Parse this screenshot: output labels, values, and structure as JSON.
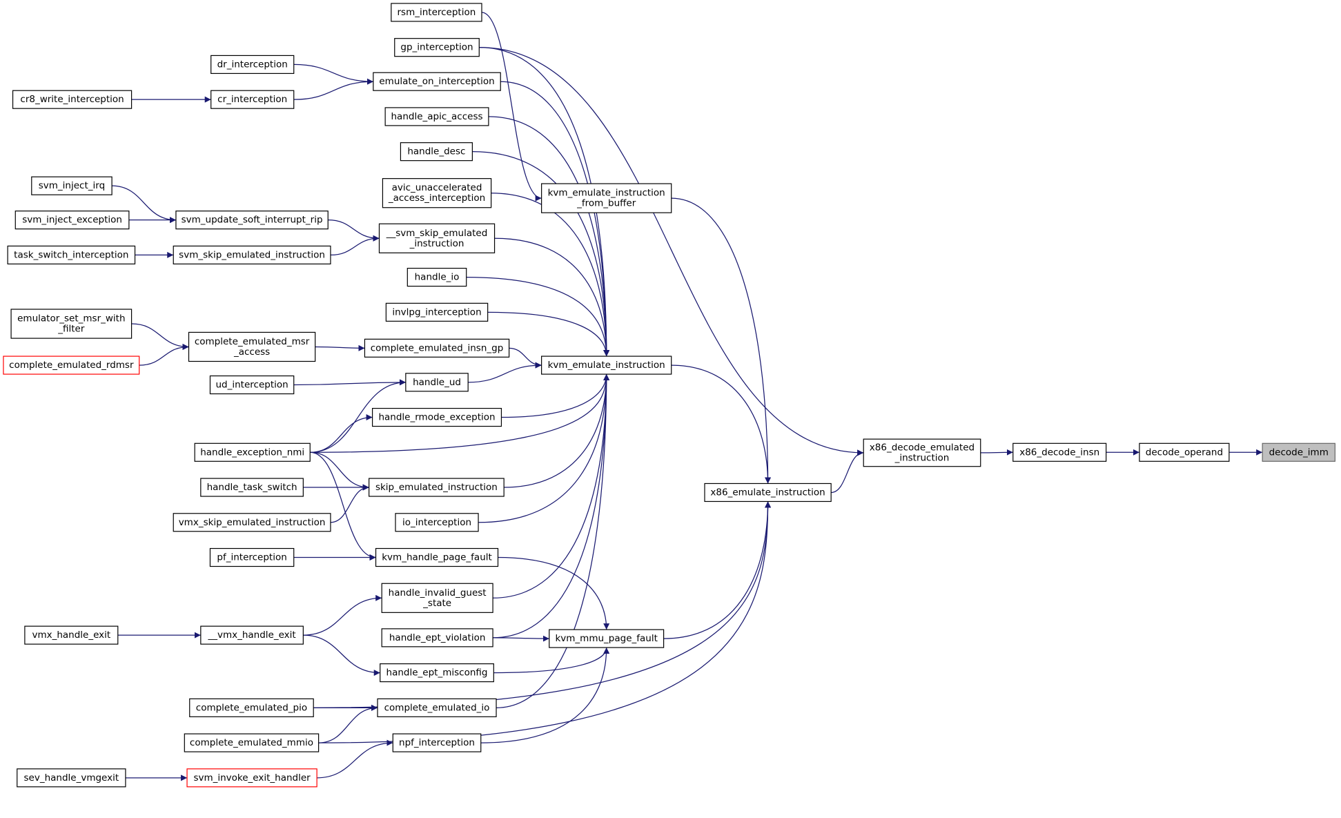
{
  "graph": {
    "colors": {
      "edge": "#191970",
      "node_border": "#000000",
      "node_border_highlight": "#ff0000",
      "root_fill": "#bfbfbf"
    },
    "nodes": {
      "decode_imm": {
        "label": "decode_imm",
        "style": "root"
      },
      "decode_operand": {
        "label": "decode_operand"
      },
      "x86_decode_insn": {
        "label": "x86_decode_insn"
      },
      "x86_decode_emulated_instruction": {
        "label": "x86_decode_emulated\n_instruction"
      },
      "x86_emulate_instruction": {
        "label": "x86_emulate_instruction"
      },
      "kvm_emulate_instruction_from_buffer": {
        "label": "kvm_emulate_instruction\n_from_buffer"
      },
      "kvm_emulate_instruction": {
        "label": "kvm_emulate_instruction"
      },
      "kvm_mmu_page_fault": {
        "label": "kvm_mmu_page_fault"
      },
      "rsm_interception": {
        "label": "rsm_interception"
      },
      "gp_interception": {
        "label": "gp_interception"
      },
      "emulate_on_interception": {
        "label": "emulate_on_interception"
      },
      "handle_apic_access": {
        "label": "handle_apic_access"
      },
      "handle_desc": {
        "label": "handle_desc"
      },
      "avic_unaccelerated_access_interception": {
        "label": "avic_unaccelerated\n_access_interception"
      },
      "__svm_skip_emulated_instruction": {
        "label": "__svm_skip_emulated\n_instruction"
      },
      "handle_io": {
        "label": "handle_io"
      },
      "invlpg_interception": {
        "label": "invlpg_interception"
      },
      "complete_emulated_insn_gp": {
        "label": "complete_emulated_insn_gp"
      },
      "handle_ud": {
        "label": "handle_ud"
      },
      "handle_rmode_exception": {
        "label": "handle_rmode_exception"
      },
      "skip_emulated_instruction": {
        "label": "skip_emulated_instruction"
      },
      "io_interception": {
        "label": "io_interception"
      },
      "kvm_handle_page_fault": {
        "label": "kvm_handle_page_fault"
      },
      "handle_invalid_guest_state": {
        "label": "handle_invalid_guest\n_state"
      },
      "handle_ept_violation": {
        "label": "handle_ept_violation"
      },
      "handle_ept_misconfig": {
        "label": "handle_ept_misconfig"
      },
      "complete_emulated_io": {
        "label": "complete_emulated_io"
      },
      "npf_interception": {
        "label": "npf_interception"
      },
      "dr_interception": {
        "label": "dr_interception"
      },
      "cr_interception": {
        "label": "cr_interception"
      },
      "cr8_write_interception": {
        "label": "cr8_write_interception"
      },
      "svm_inject_irq": {
        "label": "svm_inject_irq"
      },
      "svm_inject_exception": {
        "label": "svm_inject_exception"
      },
      "svm_update_soft_interrupt_rip": {
        "label": "svm_update_soft_interrupt_rip"
      },
      "task_switch_interception": {
        "label": "task_switch_interception"
      },
      "svm_skip_emulated_instruction": {
        "label": "svm_skip_emulated_instruction"
      },
      "emulator_set_msr_with_filter": {
        "label": "emulator_set_msr_with\n_filter"
      },
      "complete_emulated_rdmsr": {
        "label": "complete_emulated_rdmsr",
        "style": "red"
      },
      "complete_emulated_msr_access": {
        "label": "complete_emulated_msr\n_access"
      },
      "ud_interception": {
        "label": "ud_interception"
      },
      "handle_exception_nmi": {
        "label": "handle_exception_nmi"
      },
      "handle_task_switch": {
        "label": "handle_task_switch"
      },
      "vmx_skip_emulated_instruction": {
        "label": "vmx_skip_emulated_instruction"
      },
      "pf_interception": {
        "label": "pf_interception"
      },
      "vmx_handle_exit": {
        "label": "vmx_handle_exit"
      },
      "__vmx_handle_exit": {
        "label": "__vmx_handle_exit"
      },
      "complete_emulated_pio": {
        "label": "complete_emulated_pio"
      },
      "complete_emulated_mmio": {
        "label": "complete_emulated_mmio"
      },
      "sev_handle_vmgexit": {
        "label": "sev_handle_vmgexit"
      },
      "svm_invoke_exit_handler": {
        "label": "svm_invoke_exit_handler",
        "style": "red"
      }
    },
    "edges": [
      [
        "decode_operand",
        "decode_imm"
      ],
      [
        "x86_decode_insn",
        "decode_operand"
      ],
      [
        "x86_decode_emulated_instruction",
        "x86_decode_insn"
      ],
      [
        "gp_interception",
        "x86_decode_emulated_instruction"
      ],
      [
        "x86_emulate_instruction",
        "x86_decode_emulated_instruction"
      ],
      [
        "rsm_interception",
        "kvm_emulate_instruction_from_buffer"
      ],
      [
        "kvm_emulate_instruction_from_buffer",
        "x86_emulate_instruction"
      ],
      [
        "kvm_emulate_instruction",
        "x86_emulate_instruction"
      ],
      [
        "kvm_mmu_page_fault",
        "x86_emulate_instruction"
      ],
      [
        "complete_emulated_pio",
        "x86_emulate_instruction"
      ],
      [
        "complete_emulated_mmio",
        "x86_emulate_instruction"
      ],
      [
        "gp_interception",
        "kvm_emulate_instruction"
      ],
      [
        "emulate_on_interception",
        "kvm_emulate_instruction"
      ],
      [
        "handle_apic_access",
        "kvm_emulate_instruction"
      ],
      [
        "handle_desc",
        "kvm_emulate_instruction"
      ],
      [
        "avic_unaccelerated_access_interception",
        "kvm_emulate_instruction"
      ],
      [
        "__svm_skip_emulated_instruction",
        "kvm_emulate_instruction"
      ],
      [
        "handle_io",
        "kvm_emulate_instruction"
      ],
      [
        "invlpg_interception",
        "kvm_emulate_instruction"
      ],
      [
        "complete_emulated_insn_gp",
        "kvm_emulate_instruction"
      ],
      [
        "handle_ud",
        "kvm_emulate_instruction"
      ],
      [
        "handle_rmode_exception",
        "kvm_emulate_instruction"
      ],
      [
        "handle_exception_nmi",
        "kvm_emulate_instruction"
      ],
      [
        "skip_emulated_instruction",
        "kvm_emulate_instruction"
      ],
      [
        "io_interception",
        "kvm_emulate_instruction"
      ],
      [
        "handle_invalid_guest_state",
        "kvm_emulate_instruction"
      ],
      [
        "handle_ept_violation",
        "kvm_emulate_instruction"
      ],
      [
        "complete_emulated_io",
        "kvm_emulate_instruction"
      ],
      [
        "kvm_handle_page_fault",
        "kvm_mmu_page_fault"
      ],
      [
        "handle_ept_violation",
        "kvm_mmu_page_fault"
      ],
      [
        "handle_ept_misconfig",
        "kvm_mmu_page_fault"
      ],
      [
        "npf_interception",
        "kvm_mmu_page_fault"
      ],
      [
        "dr_interception",
        "emulate_on_interception"
      ],
      [
        "cr_interception",
        "emulate_on_interception"
      ],
      [
        "cr8_write_interception",
        "cr_interception"
      ],
      [
        "svm_inject_irq",
        "svm_update_soft_interrupt_rip"
      ],
      [
        "svm_inject_exception",
        "svm_update_soft_interrupt_rip"
      ],
      [
        "svm_update_soft_interrupt_rip",
        "__svm_skip_emulated_instruction"
      ],
      [
        "svm_skip_emulated_instruction",
        "__svm_skip_emulated_instruction"
      ],
      [
        "task_switch_interception",
        "svm_skip_emulated_instruction"
      ],
      [
        "emulator_set_msr_with_filter",
        "complete_emulated_msr_access"
      ],
      [
        "complete_emulated_rdmsr",
        "complete_emulated_msr_access"
      ],
      [
        "complete_emulated_msr_access",
        "complete_emulated_insn_gp"
      ],
      [
        "ud_interception",
        "handle_ud"
      ],
      [
        "handle_exception_nmi",
        "handle_ud"
      ],
      [
        "handle_exception_nmi",
        "handle_rmode_exception"
      ],
      [
        "handle_exception_nmi",
        "skip_emulated_instruction"
      ],
      [
        "handle_exception_nmi",
        "kvm_handle_page_fault"
      ],
      [
        "handle_task_switch",
        "skip_emulated_instruction"
      ],
      [
        "vmx_skip_emulated_instruction",
        "skip_emulated_instruction"
      ],
      [
        "pf_interception",
        "kvm_handle_page_fault"
      ],
      [
        "vmx_handle_exit",
        "__vmx_handle_exit"
      ],
      [
        "__vmx_handle_exit",
        "handle_invalid_guest_state"
      ],
      [
        "__vmx_handle_exit",
        "handle_ept_misconfig"
      ],
      [
        "complete_emulated_pio",
        "complete_emulated_io"
      ],
      [
        "complete_emulated_mmio",
        "complete_emulated_io"
      ],
      [
        "sev_handle_vmgexit",
        "svm_invoke_exit_handler"
      ],
      [
        "svm_invoke_exit_handler",
        "npf_interception"
      ]
    ]
  }
}
